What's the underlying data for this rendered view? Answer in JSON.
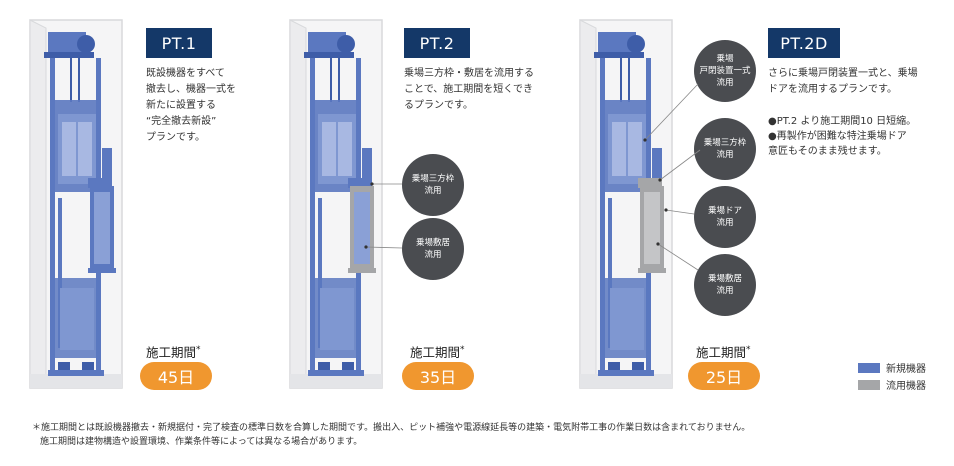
{
  "plans": [
    {
      "badge": "PT.1",
      "desc": [
        "既設機器をすべて",
        "撤去し、機器一式を",
        "新たに設置する",
        "“完全撤去新設”",
        "プランです。"
      ],
      "period_label": "施工期間",
      "period_mark": "*",
      "days": "45日",
      "reuse": "none"
    },
    {
      "badge": "PT.2",
      "desc": [
        "乗場三方枠・敷居を流用する",
        "ことで、施工期間を短くでき",
        "るプランです。"
      ],
      "period_label": "施工期間",
      "period_mark": "*",
      "days": "35日",
      "reuse": "frame-sill",
      "callouts": [
        {
          "lines": [
            "乗場三方枠",
            "流用"
          ]
        },
        {
          "lines": [
            "乗場敷居",
            "流用"
          ]
        }
      ]
    },
    {
      "badge": "PT.2D",
      "desc": [
        "さらに乗場戸閉装置一式と、乗場",
        "ドアを流用するプランです。"
      ],
      "notes": [
        "●PT.2 より施工期間10 日短縮。",
        "●再製作が困難な特注乗場ドア",
        "意匠もそのまま残せます。"
      ],
      "period_label": "施工期間",
      "period_mark": "*",
      "days": "25日",
      "reuse": "all",
      "callouts": [
        {
          "lines": [
            "乗場",
            "戸閉装置一式",
            "流用"
          ]
        },
        {
          "lines": [
            "乗場三方枠",
            "流用"
          ]
        },
        {
          "lines": [
            "乗場ドア",
            "流用"
          ]
        },
        {
          "lines": [
            "乗場敷居",
            "流用"
          ]
        }
      ]
    }
  ],
  "legend": [
    {
      "label": "新規機器",
      "color": "#5b78c0"
    },
    {
      "label": "流用機器",
      "color": "#a5a6a8"
    }
  ],
  "footnote": {
    "line1": "＊施工期間とは既設機器撤去・新規据付・完了検査の標準日数を合算した期間です。搬出入、ピット補強や電源線延長等の建築・電気附帯工事の作業日数は含まれておりません。",
    "line2": "施工期間は建物構造や設置環境、作業条件等によっては異なる場合があります。"
  },
  "colors": {
    "new_equipment": "#5b78c0",
    "reused_equipment": "#a5a6a8",
    "badge_bg": "#143868",
    "days_pill": "#f0972f",
    "callout_bg": "#4a4c50"
  }
}
